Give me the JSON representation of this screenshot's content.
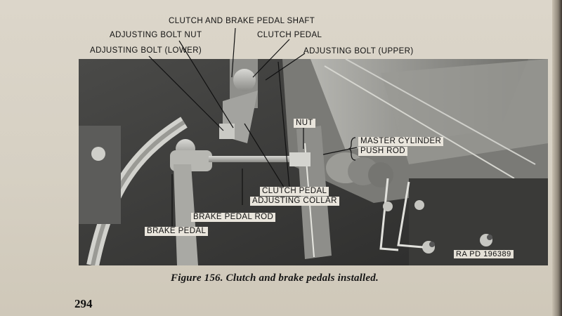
{
  "labels": {
    "clutch_brake_shaft": "CLUTCH AND BRAKE PEDAL SHAFT",
    "adjusting_bolt_nut": "ADJUSTING BOLT NUT",
    "clutch_pedal": "CLUTCH PEDAL",
    "adjusting_bolt_lower": "ADJUSTING BOLT (LOWER)",
    "adjusting_bolt_upper": "ADJUSTING BOLT (UPPER)",
    "nut": "NUT",
    "master_cylinder_1": "MASTER CYLINDER",
    "master_cylinder_2": "PUSH ROD",
    "collar_1": "CLUTCH PEDAL",
    "collar_2": "ADJUSTING COLLAR",
    "brake_pedal_rod": "BRAKE PEDAL ROD",
    "brake_pedal": "BRAKE PEDAL"
  },
  "ref_code": "RA PD 196389",
  "caption": "Figure 156.   Clutch and brake pedals installed.",
  "page_number": "294",
  "colors": {
    "paper": "#d8d2c5",
    "ink": "#111111",
    "photo_dark": "#3c3c3c"
  }
}
